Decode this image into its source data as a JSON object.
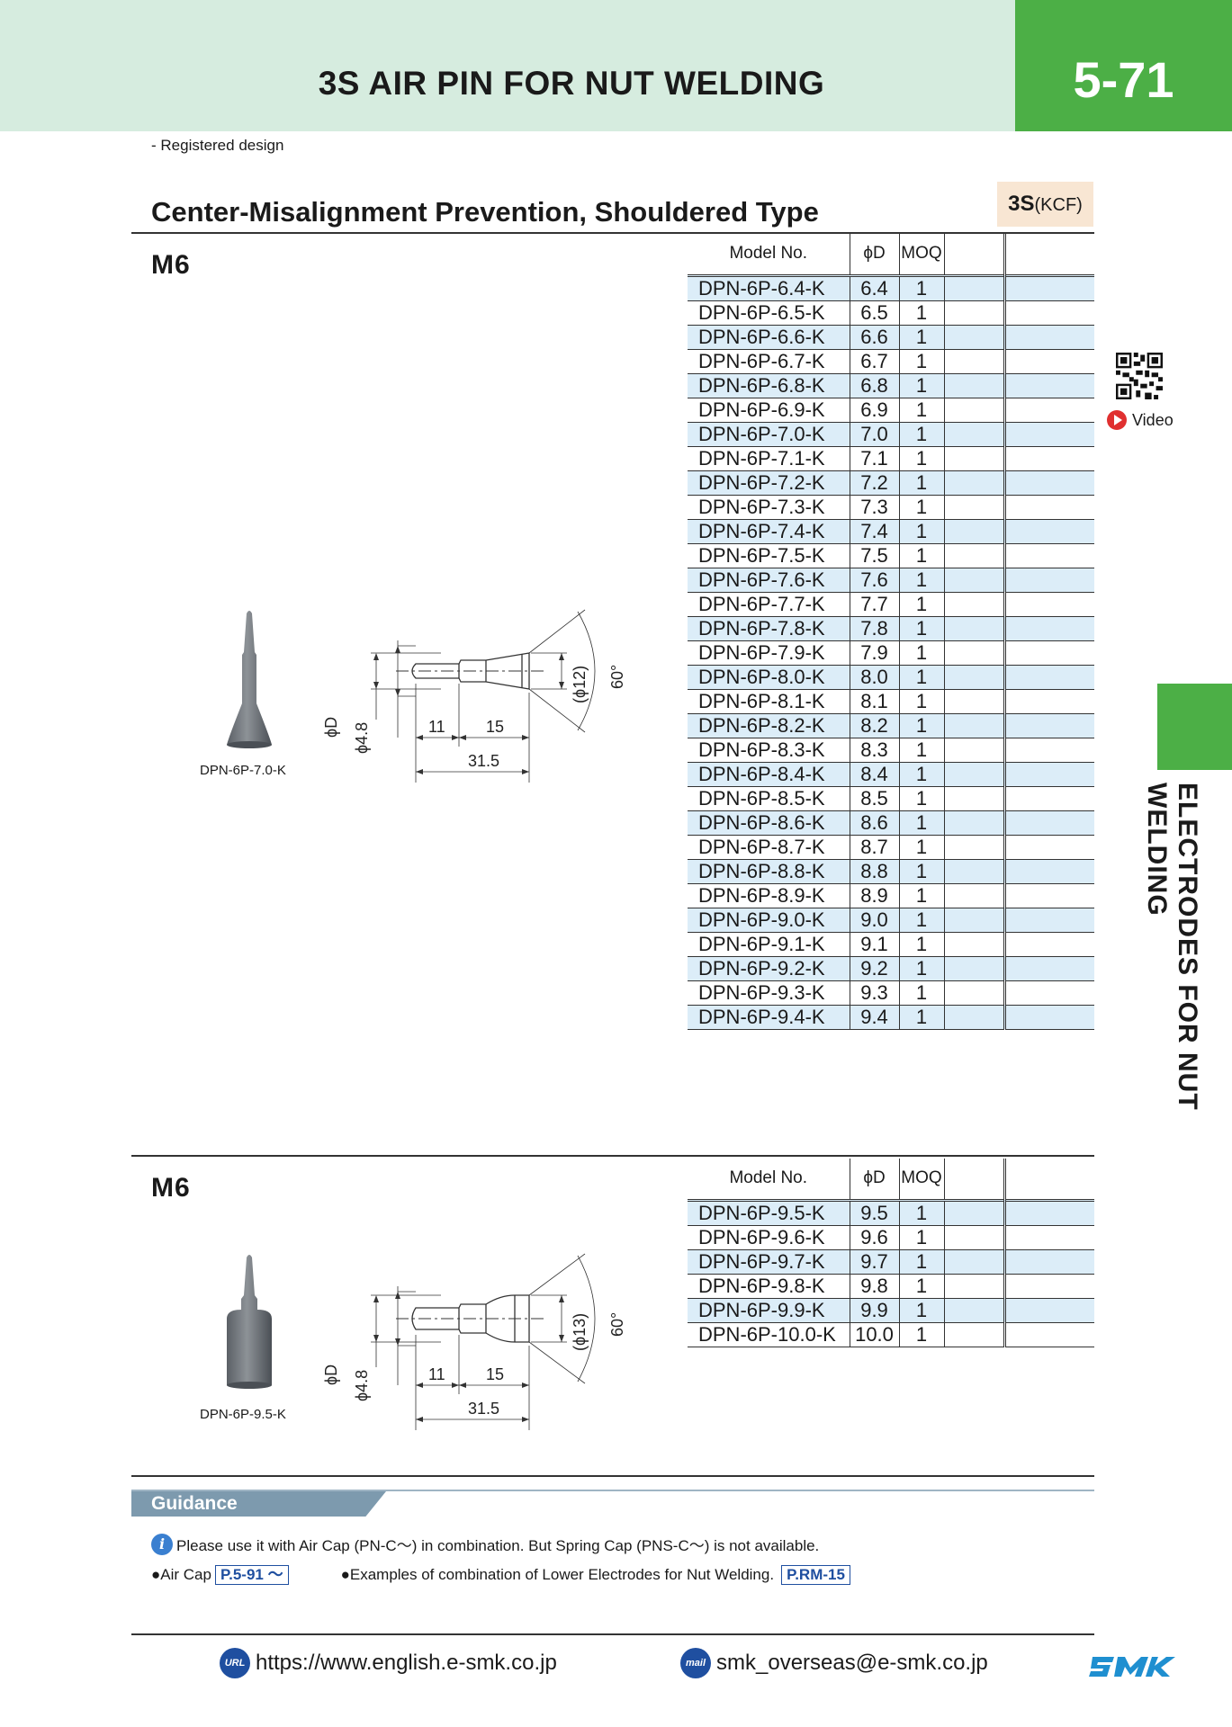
{
  "header": {
    "title": "3S AIR PIN FOR NUT WELDING",
    "page_number": "5-71"
  },
  "registered_note": "- Registered design",
  "section": {
    "title": "Center-Misalignment Prevention, Shouldered Type",
    "series_main": "3S",
    "series_sub": "(KCF)"
  },
  "side_tab": "ELECTRODES FOR NUT WELDING",
  "video_label": "Video",
  "table_headers": {
    "model": "Model No.",
    "diameter": "ϕD",
    "moq": "MOQ"
  },
  "block1": {
    "size": "M6",
    "pin_caption": "DPN-6P-7.0-K",
    "dims": {
      "phi_d": "ϕD",
      "phi_48": "ϕ4.8",
      "len_11": "11",
      "len_15": "15",
      "len_315": "31.5",
      "phi_head": "(ϕ12)",
      "angle": "60°"
    },
    "rows": [
      [
        "DPN-6P-6.4-K",
        "6.4",
        "1"
      ],
      [
        "DPN-6P-6.5-K",
        "6.5",
        "1"
      ],
      [
        "DPN-6P-6.6-K",
        "6.6",
        "1"
      ],
      [
        "DPN-6P-6.7-K",
        "6.7",
        "1"
      ],
      [
        "DPN-6P-6.8-K",
        "6.8",
        "1"
      ],
      [
        "DPN-6P-6.9-K",
        "6.9",
        "1"
      ],
      [
        "DPN-6P-7.0-K",
        "7.0",
        "1"
      ],
      [
        "DPN-6P-7.1-K",
        "7.1",
        "1"
      ],
      [
        "DPN-6P-7.2-K",
        "7.2",
        "1"
      ],
      [
        "DPN-6P-7.3-K",
        "7.3",
        "1"
      ],
      [
        "DPN-6P-7.4-K",
        "7.4",
        "1"
      ],
      [
        "DPN-6P-7.5-K",
        "7.5",
        "1"
      ],
      [
        "DPN-6P-7.6-K",
        "7.6",
        "1"
      ],
      [
        "DPN-6P-7.7-K",
        "7.7",
        "1"
      ],
      [
        "DPN-6P-7.8-K",
        "7.8",
        "1"
      ],
      [
        "DPN-6P-7.9-K",
        "7.9",
        "1"
      ],
      [
        "DPN-6P-8.0-K",
        "8.0",
        "1"
      ],
      [
        "DPN-6P-8.1-K",
        "8.1",
        "1"
      ],
      [
        "DPN-6P-8.2-K",
        "8.2",
        "1"
      ],
      [
        "DPN-6P-8.3-K",
        "8.3",
        "1"
      ],
      [
        "DPN-6P-8.4-K",
        "8.4",
        "1"
      ],
      [
        "DPN-6P-8.5-K",
        "8.5",
        "1"
      ],
      [
        "DPN-6P-8.6-K",
        "8.6",
        "1"
      ],
      [
        "DPN-6P-8.7-K",
        "8.7",
        "1"
      ],
      [
        "DPN-6P-8.8-K",
        "8.8",
        "1"
      ],
      [
        "DPN-6P-8.9-K",
        "8.9",
        "1"
      ],
      [
        "DPN-6P-9.0-K",
        "9.0",
        "1"
      ],
      [
        "DPN-6P-9.1-K",
        "9.1",
        "1"
      ],
      [
        "DPN-6P-9.2-K",
        "9.2",
        "1"
      ],
      [
        "DPN-6P-9.3-K",
        "9.3",
        "1"
      ],
      [
        "DPN-6P-9.4-K",
        "9.4",
        "1"
      ]
    ]
  },
  "block2": {
    "size": "M6",
    "pin_caption": "DPN-6P-9.5-K",
    "dims": {
      "phi_d": "ϕD",
      "phi_48": "ϕ4.8",
      "len_11": "11",
      "len_15": "15",
      "len_315": "31.5",
      "phi_head": "(ϕ13)",
      "angle": "60°"
    },
    "rows": [
      [
        "DPN-6P-9.5-K",
        "9.5",
        "1"
      ],
      [
        "DPN-6P-9.6-K",
        "9.6",
        "1"
      ],
      [
        "DPN-6P-9.7-K",
        "9.7",
        "1"
      ],
      [
        "DPN-6P-9.8-K",
        "9.8",
        "1"
      ],
      [
        "DPN-6P-9.9-K",
        "9.9",
        "1"
      ],
      [
        "DPN-6P-10.0-K",
        "10.0",
        "1"
      ]
    ]
  },
  "guidance": {
    "label": "Guidance",
    "info": "Please use it with Air Cap (PN-C〜) in combination. But Spring Cap (PNS-C〜) is not available.",
    "aircap_label": "●Air Cap",
    "aircap_ref": "P.5-91 〜",
    "examples_label": "●Examples of combination of Lower Electrodes for Nut Welding.",
    "examples_ref": "P.RM-15"
  },
  "footer": {
    "url": "https://www.english.e-smk.co.jp",
    "email": "smk_overseas@e-smk.co.jp",
    "url_badge": "URL",
    "mail_badge": "mail"
  },
  "colors": {
    "green": "#4caf46",
    "header_band": "#d6ecdf",
    "row_blue": "#dcedf8",
    "link_blue": "#1f4fa0"
  }
}
